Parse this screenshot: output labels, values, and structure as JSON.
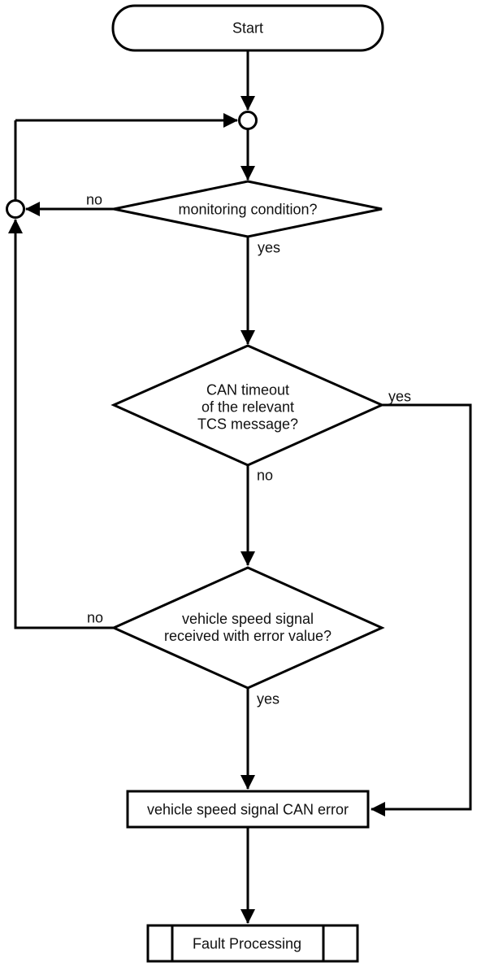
{
  "diagram": {
    "type": "flowchart",
    "colors": {
      "line": "#000000",
      "background": "#ffffff",
      "text": "#111111",
      "shape_fill": "#ffffff"
    },
    "nodes": {
      "start": {
        "shape": "terminator",
        "label": "Start"
      },
      "junction_top": {
        "shape": "connector-circle"
      },
      "junction_left": {
        "shape": "connector-circle"
      },
      "decision_monitoring": {
        "shape": "diamond",
        "label": "monitoring condition?",
        "no_label": "no",
        "yes_label": "yes"
      },
      "decision_can_timeout": {
        "shape": "diamond",
        "lines": [
          "CAN timeout",
          "of the relevant",
          "TCS message?"
        ],
        "yes_label": "yes",
        "no_label": "no"
      },
      "decision_vehicle_speed": {
        "shape": "diamond",
        "lines": [
          "vehicle speed signal",
          "received with error value?"
        ],
        "no_label": "no",
        "yes_label": "yes"
      },
      "process_can_error": {
        "shape": "process",
        "label": "vehicle speed signal CAN error"
      },
      "predefined_fault_processing": {
        "shape": "predefined-process",
        "label": "Fault Processing"
      }
    },
    "edges": [
      {
        "from": "start",
        "to": "junction_top"
      },
      {
        "from": "junction_top",
        "to": "decision_monitoring"
      },
      {
        "from": "decision_monitoring",
        "to": "junction_left",
        "label": "no"
      },
      {
        "from": "decision_monitoring",
        "to": "decision_can_timeout",
        "label": "yes"
      },
      {
        "from": "decision_can_timeout",
        "to": "decision_vehicle_speed",
        "label": "no"
      },
      {
        "from": "decision_can_timeout",
        "to": "process_can_error",
        "label": "yes"
      },
      {
        "from": "decision_vehicle_speed",
        "to": "junction_left",
        "label": "no"
      },
      {
        "from": "decision_vehicle_speed",
        "to": "process_can_error",
        "label": "yes"
      },
      {
        "from": "junction_left",
        "to": "junction_top"
      },
      {
        "from": "process_can_error",
        "to": "predefined_fault_processing"
      }
    ]
  }
}
